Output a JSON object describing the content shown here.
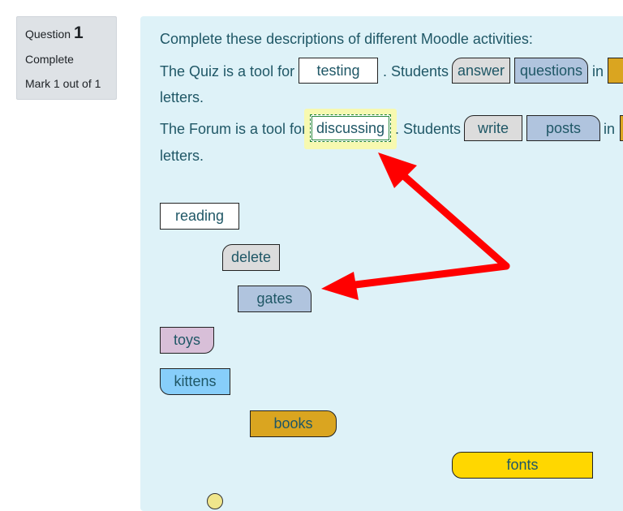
{
  "info": {
    "question_label": "Question",
    "question_number": "1",
    "state": "Complete",
    "grade": "Mark 1 out of 1"
  },
  "question": {
    "intro": "Complete these descriptions of different Moodle activities:",
    "quiz_prefix": "The Quiz is a tool for",
    "quiz_mid": ". Students",
    "quiz_in": "in",
    "quiz_end": "letters.",
    "forum_prefix": "The Forum is a tool for",
    "forum_mid": ". Students",
    "forum_in": "in",
    "forum_end": "letters."
  },
  "placed": {
    "quiz_1": "testing",
    "quiz_2": "answer",
    "quiz_3": "questions",
    "forum_1": "discussing",
    "forum_2": "write",
    "forum_3": "posts"
  },
  "choices": [
    "reading",
    "delete",
    "gates",
    "toys",
    "kittens",
    "books",
    "fonts"
  ],
  "colors": {
    "panel_bg": "#def2f8",
    "text": "#1f5766",
    "arrow": "#ff0000",
    "focus_highlight": "#f7f9b0"
  }
}
